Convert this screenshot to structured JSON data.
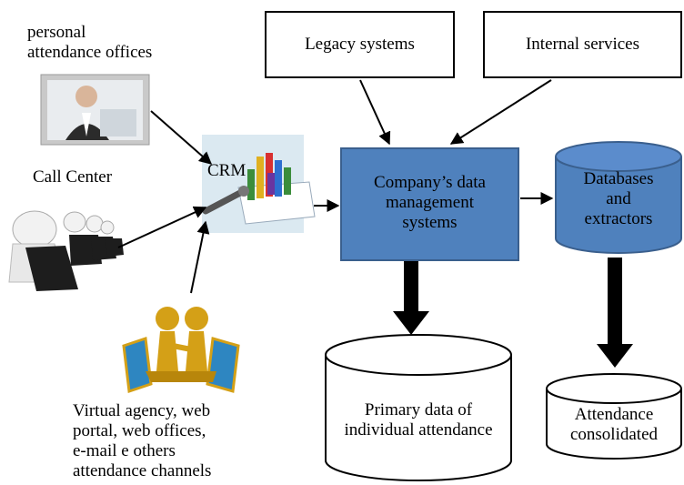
{
  "nodes": {
    "personal_offices": {
      "line1": "personal",
      "line2": "attendance offices"
    },
    "call_center": "Call Center",
    "crm": "CRM",
    "legacy": "Legacy systems",
    "internal": "Internal services",
    "company": {
      "line1": "Company’s data",
      "line2": "management",
      "line3": "systems"
    },
    "databases": {
      "line1": "Databases",
      "line2": "and",
      "line3": "extractors"
    },
    "primary": {
      "line1": "Primary data of",
      "line2": "individual attendance"
    },
    "consolidated": {
      "line1": "Attendance",
      "line2": "consolidated"
    },
    "virtual": {
      "line1": "Virtual agency, web",
      "line2": "portal, web offices,",
      "line3": "e-mail e others",
      "line4": "attendance channels"
    }
  },
  "colors": {
    "blue_box": "#4f81bd",
    "blue_border": "#3a5f8d",
    "gold": "#d4a017",
    "crm_bg": "#dbe9f1"
  },
  "icons": [
    "person-photo",
    "headset-agents-icon",
    "crm-chart-icon",
    "handshake-figures-icon"
  ]
}
